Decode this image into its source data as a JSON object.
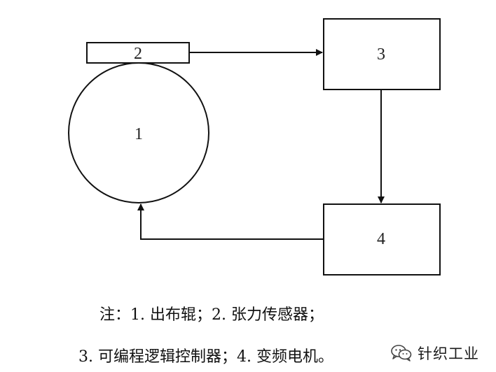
{
  "diagram": {
    "nodes": [
      {
        "id": "1",
        "label": "1",
        "shape": "circle"
      },
      {
        "id": "2",
        "label": "2",
        "shape": "rectangle"
      },
      {
        "id": "3",
        "label": "3",
        "shape": "rectangle"
      },
      {
        "id": "4",
        "label": "4",
        "shape": "rectangle"
      }
    ],
    "edges": [
      {
        "from": "2",
        "to": "3"
      },
      {
        "from": "3",
        "to": "4"
      },
      {
        "from": "4",
        "to": "1"
      }
    ],
    "stroke_color": "#111111"
  },
  "caption": {
    "line1": "注：1. 出布辊；2. 张力传感器；",
    "line2": "3. 可编程逻辑控制器；4. 变频电机。"
  },
  "watermark": {
    "text": "针织工业",
    "icon": "wechat-logo-icon"
  }
}
